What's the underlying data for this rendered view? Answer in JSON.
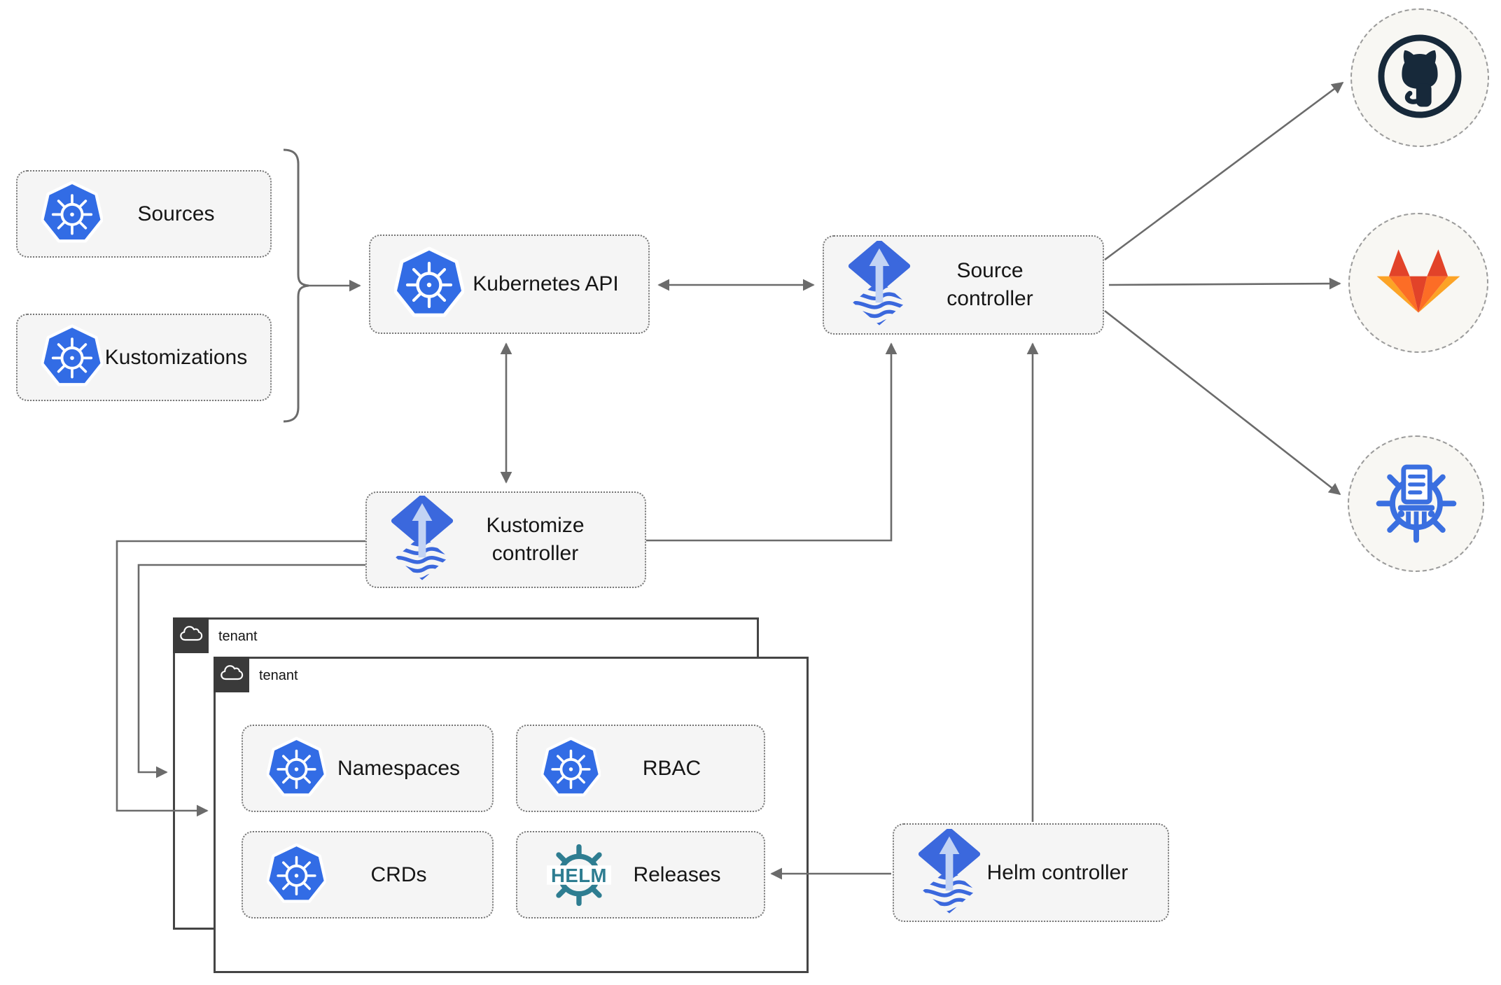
{
  "diagram": {
    "title_implicit": "Flux GitOps architecture",
    "nodes": {
      "sources": {
        "label": "Sources",
        "icon": "kubernetes-icon"
      },
      "kustomizations": {
        "label": "Kustomizations",
        "icon": "kubernetes-icon"
      },
      "kubernetes_api": {
        "label": "Kubernetes API",
        "icon": "kubernetes-icon"
      },
      "source_controller": {
        "label": "Source controller",
        "icon": "flux-icon"
      },
      "kustomize_controller": {
        "label": "Kustomize controller",
        "icon": "flux-icon"
      },
      "helm_controller": {
        "label": "Helm controller",
        "icon": "flux-icon"
      },
      "namespaces": {
        "label": "Namespaces",
        "icon": "kubernetes-icon"
      },
      "rbac": {
        "label": "RBAC",
        "icon": "kubernetes-icon"
      },
      "crds": {
        "label": "CRDs",
        "icon": "kubernetes-icon"
      },
      "releases": {
        "label": "Releases",
        "icon": "helm-icon"
      }
    },
    "groups": {
      "tenant_outer": {
        "label": "tenant",
        "icon": "cloud-icon"
      },
      "tenant_inner": {
        "label": "tenant",
        "icon": "cloud-icon"
      }
    },
    "endpoints": {
      "github": {
        "icon": "github-icon"
      },
      "gitlab": {
        "icon": "gitlab-icon"
      },
      "helm_repository": {
        "icon": "chartmuseum-icon"
      }
    },
    "edges": [
      "sources+kustomizations } -> kubernetes_api",
      "kubernetes_api <-> source_controller",
      "kubernetes_api <-> kustomize_controller",
      "kustomize_controller -> source_controller",
      "helm_controller -> source_controller",
      "helm_controller -> releases",
      "kustomize_controller -> tenant_outer",
      "kustomize_controller -> tenant_inner",
      "source_controller -> github",
      "source_controller -> gitlab",
      "source_controller -> helm_repository"
    ],
    "colors": {
      "kubernetes_blue": "#326ce5",
      "flux_blue": "#3b68dd",
      "flux_arrow_light": "#c2d3f4",
      "helm_teal": "#2e7d91",
      "chartmuseum_blue": "#3a6fe0",
      "github_dark": "#17293a",
      "gitlab_red": "#e24329",
      "gitlab_orange": "#fc6d26",
      "gitlab_amber": "#fca326",
      "line_gray": "#6b6b6b",
      "box_fill": "#f5f5f5",
      "box_border": "#767676",
      "tab_dark": "#3a3a3a"
    }
  }
}
